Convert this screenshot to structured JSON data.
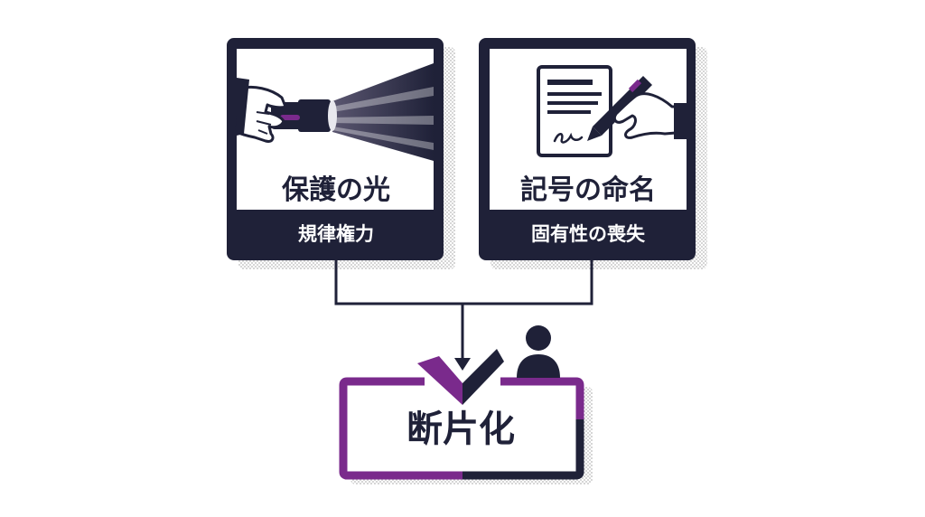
{
  "colors": {
    "navy": "#1f2138",
    "purple": "#7a2a8c",
    "shadow": "#d6d6d6",
    "panel": "#ffffff"
  },
  "cards": [
    {
      "title": "保護の光",
      "subtitle": "規律権力",
      "icon": "flashlight-icon"
    },
    {
      "title": "記号の命名",
      "subtitle": "固有性の喪失",
      "icon": "document-signing-icon"
    }
  ],
  "result": {
    "title": "断片化",
    "icons": [
      "checkmark-icon",
      "person-icon"
    ]
  }
}
